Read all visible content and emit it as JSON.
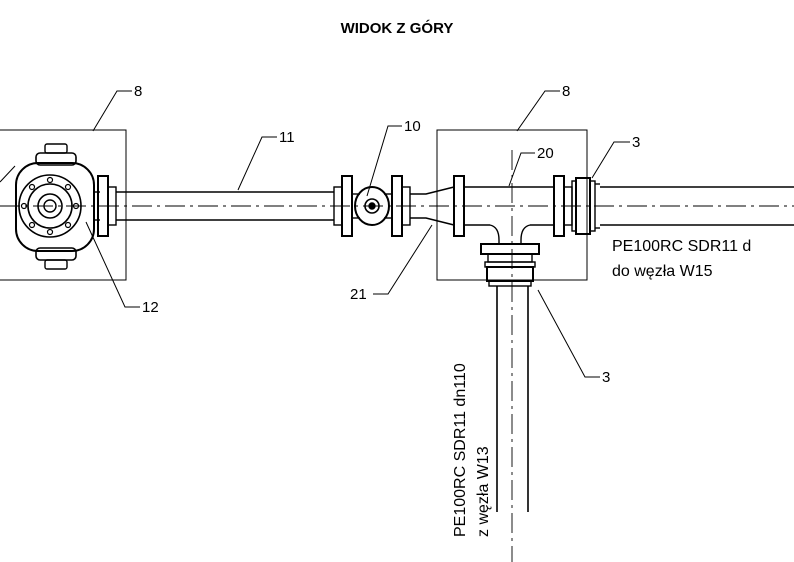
{
  "title": "WIDOK Z GÓRY",
  "callouts": {
    "pit_left": "8",
    "pit_right": "8",
    "pipe_11": "11",
    "valve_10": "10",
    "tee_20": "20",
    "coupler_3_top": "3",
    "coupler_3_bottom": "3",
    "flange_12": "12",
    "reducer_21": "21"
  },
  "notes": {
    "right_line1": "PE100RC SDR11 d",
    "right_line2": "do węzła W15",
    "bottom_line1": "PE100RC SDR11 dn110",
    "bottom_line2": "z węzła W13"
  }
}
